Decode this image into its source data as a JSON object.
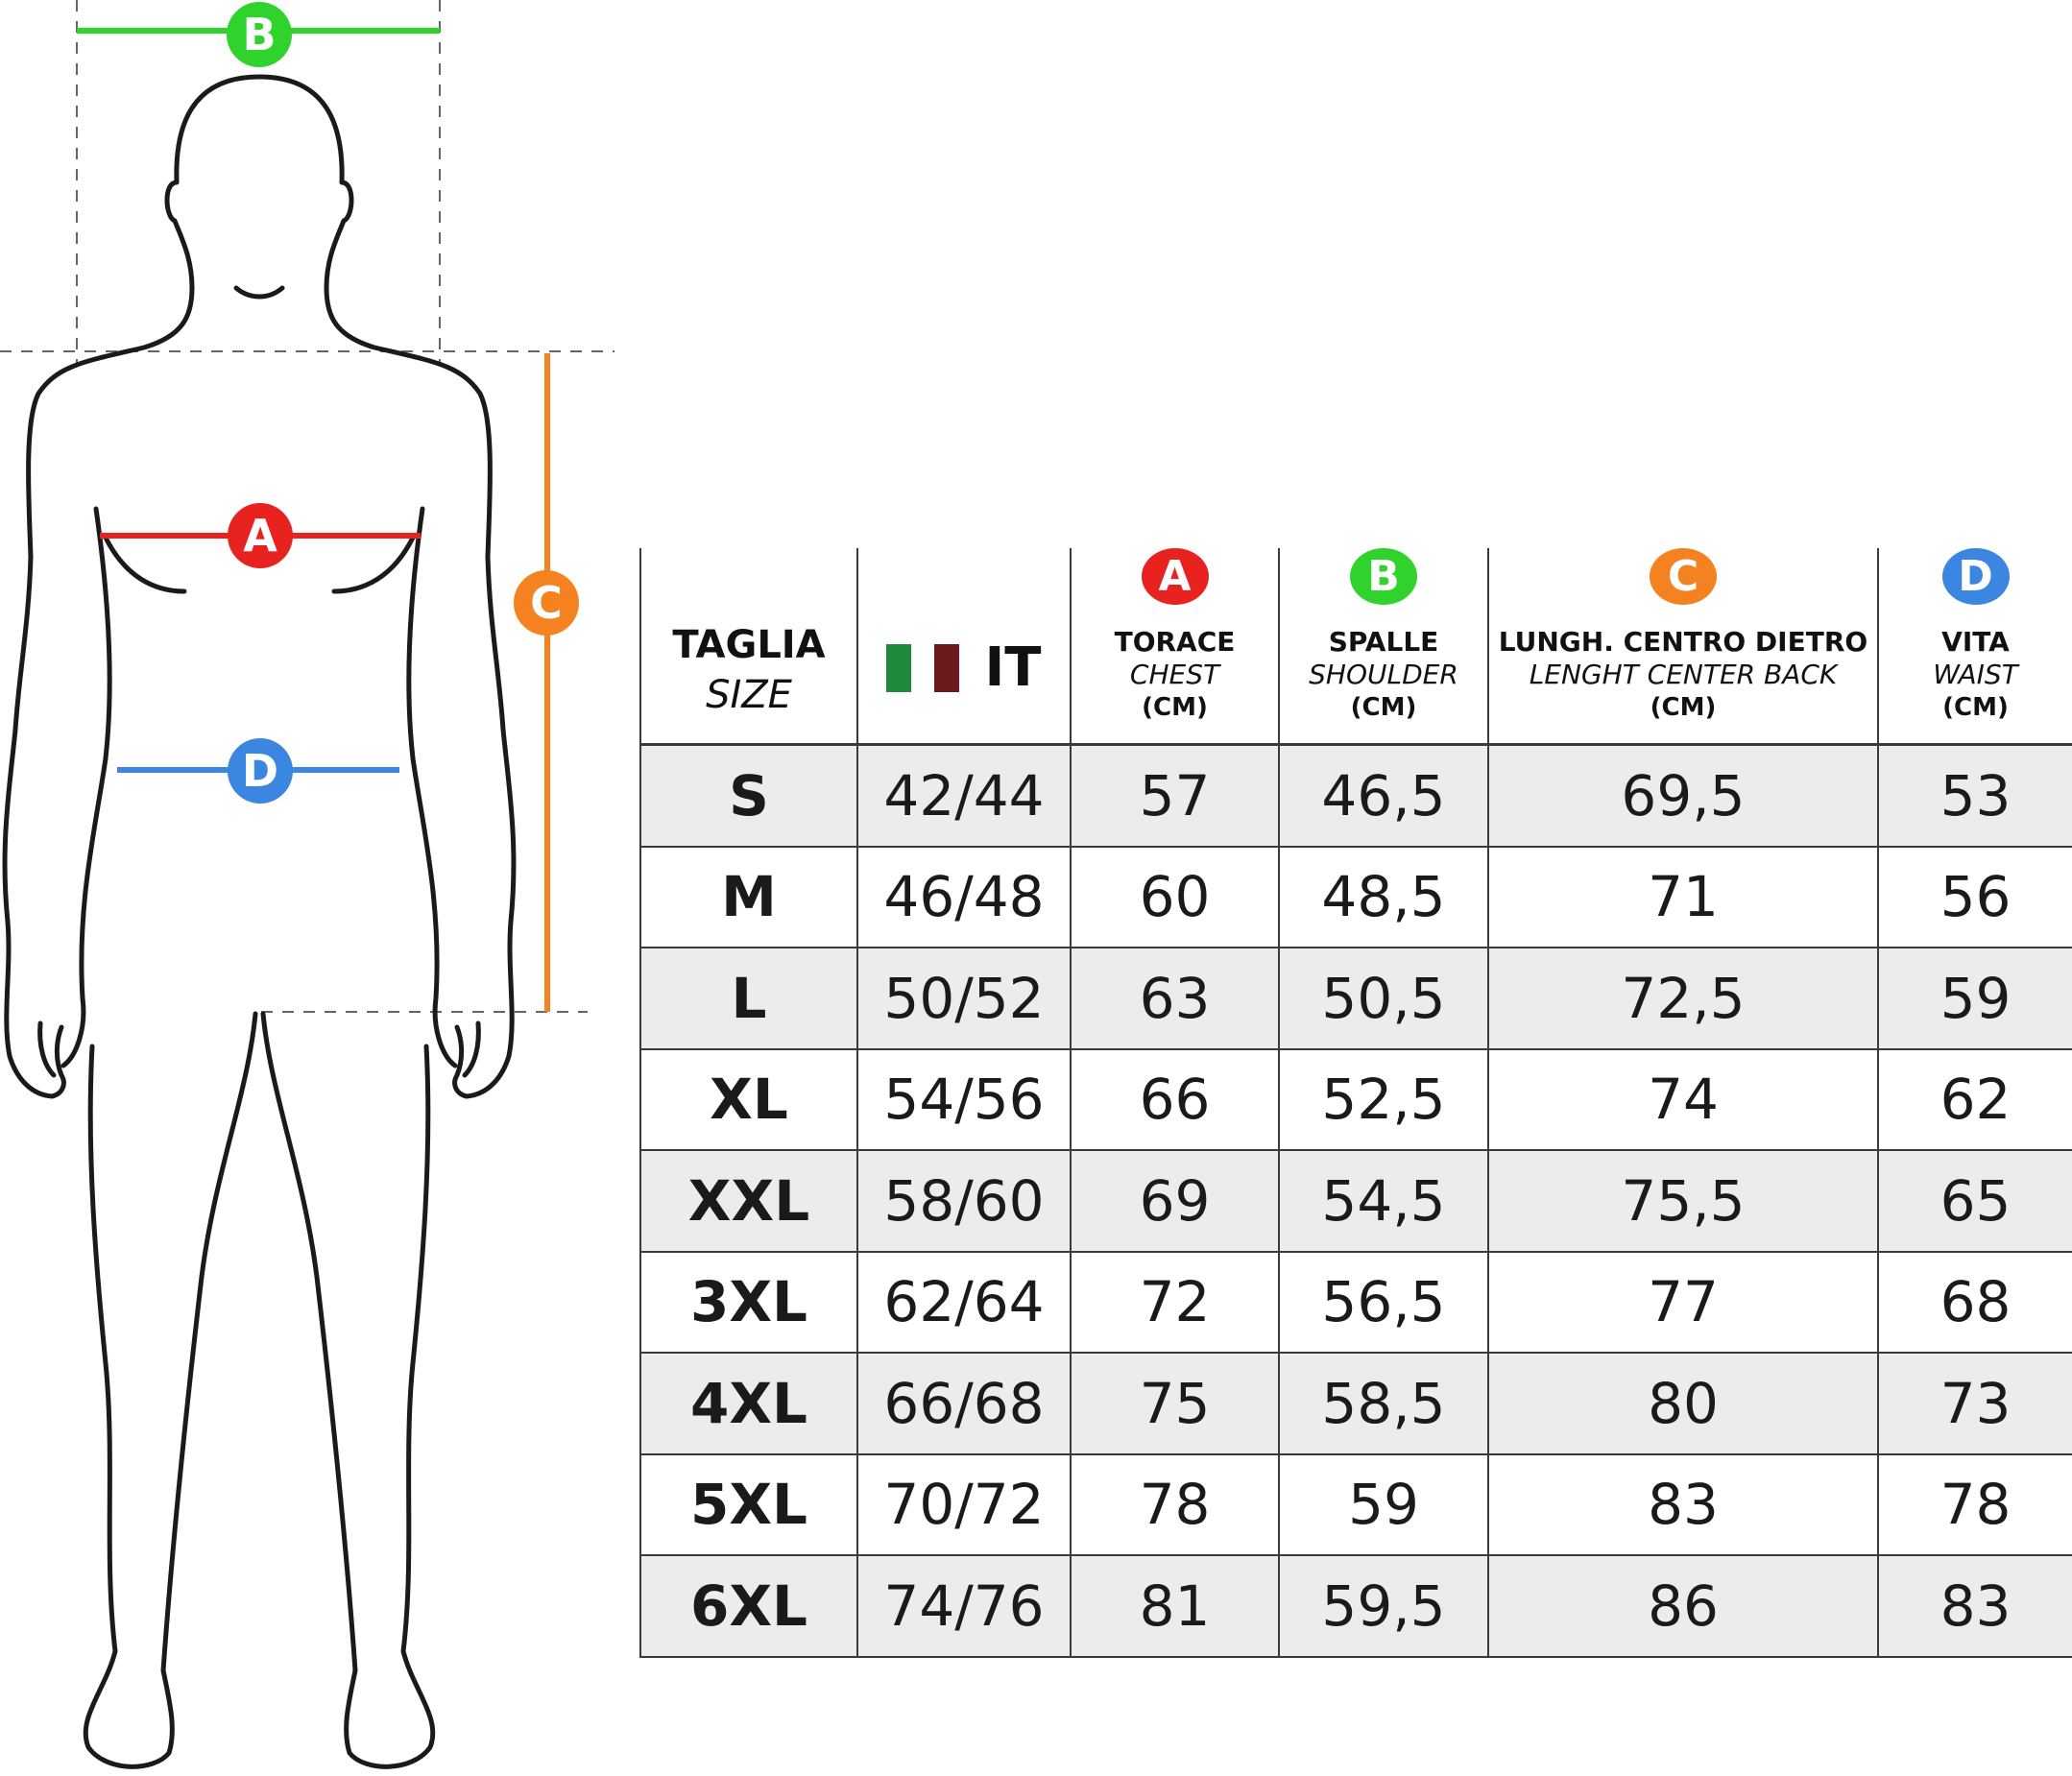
{
  "colors": {
    "A": "#e8231f",
    "B": "#2fd32b",
    "C": "#f58220",
    "D": "#3b86e0",
    "flag_green": "#1f8a3b",
    "flag_red": "#6d1a1f",
    "line": "#3a3a3a",
    "shade": "#ececec"
  },
  "figure": {
    "markers": [
      {
        "letter": "A",
        "icon": "chest-line",
        "color": "#e8231f"
      },
      {
        "letter": "B",
        "icon": "shoulder-line",
        "color": "#2fd32b"
      },
      {
        "letter": "C",
        "icon": "back-length-line",
        "color": "#f58220"
      },
      {
        "letter": "D",
        "icon": "waist-line",
        "color": "#3b86e0"
      }
    ]
  },
  "table": {
    "headers": {
      "size": {
        "main": "TAGLIA",
        "sub": "SIZE"
      },
      "it": {
        "label": "IT",
        "icon": "italy-flag-icon"
      },
      "chest": {
        "badge": "A",
        "main": "TORACE",
        "sub": "CHEST",
        "unit": "(CM)"
      },
      "shoulder": {
        "badge": "B",
        "main": "SPALLE",
        "sub": "SHOULDER",
        "unit": "(CM)"
      },
      "length": {
        "badge": "C",
        "main": "LUNGH. CENTRO DIETRO",
        "sub": "LENGHT CENTER BACK",
        "unit": "(CM)"
      },
      "waist": {
        "badge": "D",
        "main": "VITA",
        "sub": "WAIST",
        "unit": "(CM)"
      }
    },
    "rows": [
      {
        "size": "S",
        "it": "42/44",
        "chest": "57",
        "shoulder": "46,5",
        "length": "69,5",
        "waist": "53"
      },
      {
        "size": "M",
        "it": "46/48",
        "chest": "60",
        "shoulder": "48,5",
        "length": "71",
        "waist": "56"
      },
      {
        "size": "L",
        "it": "50/52",
        "chest": "63",
        "shoulder": "50,5",
        "length": "72,5",
        "waist": "59"
      },
      {
        "size": "XL",
        "it": "54/56",
        "chest": "66",
        "shoulder": "52,5",
        "length": "74",
        "waist": "62"
      },
      {
        "size": "XXL",
        "it": "58/60",
        "chest": "69",
        "shoulder": "54,5",
        "length": "75,5",
        "waist": "65"
      },
      {
        "size": "3XL",
        "it": "62/64",
        "chest": "72",
        "shoulder": "56,5",
        "length": "77",
        "waist": "68"
      },
      {
        "size": "4XL",
        "it": "66/68",
        "chest": "75",
        "shoulder": "58,5",
        "length": "80",
        "waist": "73"
      },
      {
        "size": "5XL",
        "it": "70/72",
        "chest": "78",
        "shoulder": "59",
        "length": "83",
        "waist": "78"
      },
      {
        "size": "6XL",
        "it": "74/76",
        "chest": "81",
        "shoulder": "59,5",
        "length": "86",
        "waist": "83"
      }
    ]
  }
}
